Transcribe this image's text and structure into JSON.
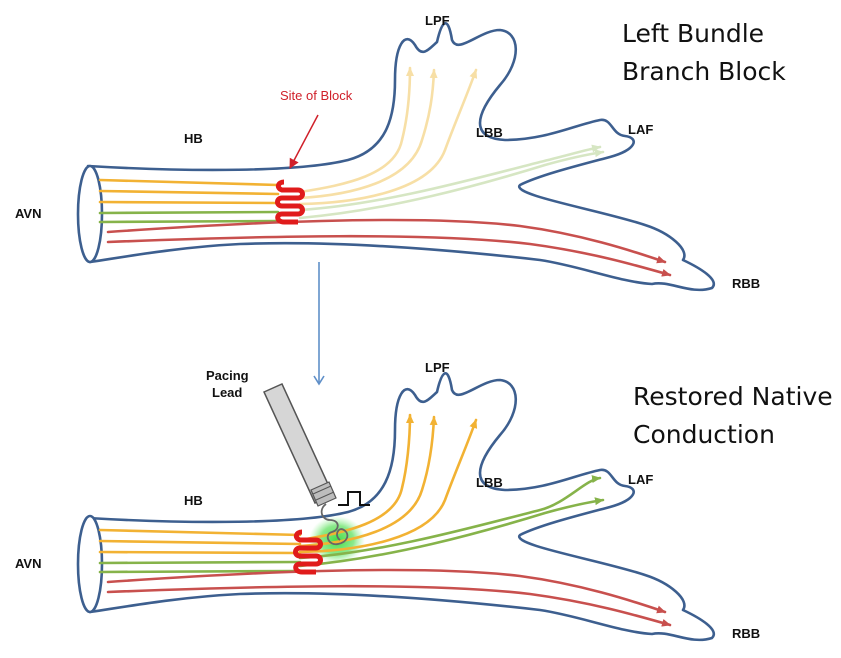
{
  "top_panel": {
    "title_line1": "Left Bundle",
    "title_line2": "Branch Block",
    "labels": {
      "lpf": "LPF",
      "laf": "LAF",
      "lbb": "LBB",
      "rbb": "RBB",
      "hb": "HB",
      "avn": "AVN",
      "site_of_block": "Site of Block"
    }
  },
  "bottom_panel": {
    "title_line1": "Restored Native",
    "title_line2": "Conduction",
    "labels": {
      "lpf": "LPF",
      "laf": "LAF",
      "lbb": "LBB",
      "rbb": "RBB",
      "hb": "HB",
      "avn": "AVN",
      "pacing_lead_line1": "Pacing",
      "pacing_lead_line2": "Lead"
    }
  },
  "colors": {
    "outline": "#3d5f8f",
    "yellow_fiber": "#f2b233",
    "green_fiber": "#86b34a",
    "red_fiber": "#c8504e",
    "block_coil": "#e01b1b",
    "pacing_glow": "#3cdc3c",
    "arrow_down": "#5f8fc8"
  }
}
